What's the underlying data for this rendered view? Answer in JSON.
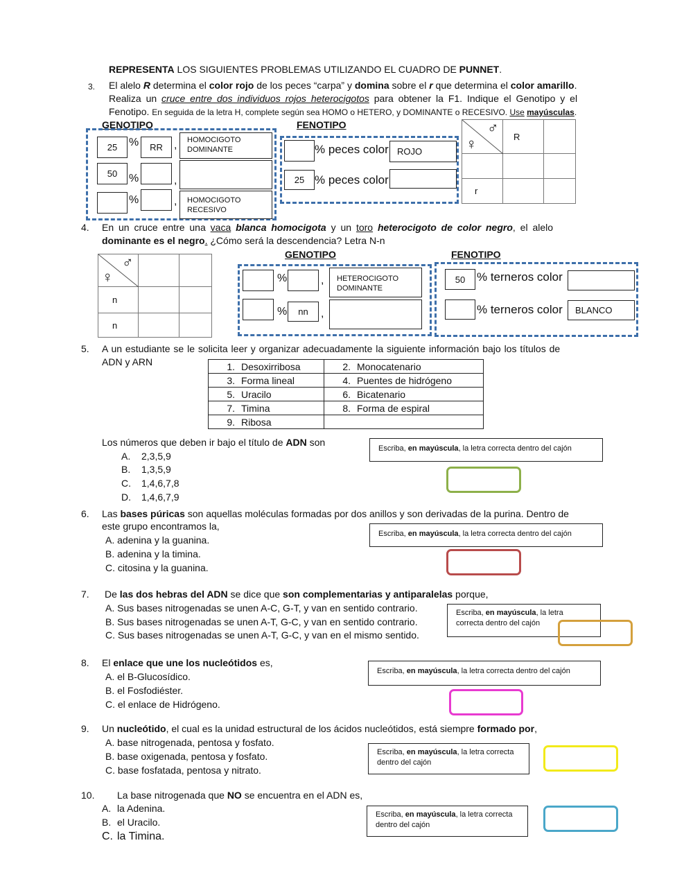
{
  "header": {
    "pre": "REPRESENTA",
    "mid": " LOS SIGUIENTES PROBLEMAS UTILIZANDO EL CUADRO DE ",
    "post": "PUNNET",
    "dot": "."
  },
  "q3": {
    "num": "3.",
    "l1": [
      "El alelo ",
      "R",
      " determina el ",
      "color rojo",
      " de los peces “carpa” y ",
      "domina",
      " sobre el ",
      "r",
      " que determina el ",
      "color amarillo",
      "."
    ],
    "l2": [
      "Realiza un ",
      "cruce entre dos individuos rojos heterocigotos",
      " para obtener la F1. Indique el Genotipo y el"
    ],
    "l3": [
      "Fenotipo. ",
      "En seguida de la letra H, complete según sea HOMO o  HETERO, y DOMINANTE o RECESIVO. ",
      "Use",
      " ",
      "mayúsculas",
      "."
    ],
    "genotipo": "GENOTIPO",
    "fenotipo": "FENOTIPO",
    "pct": "%",
    "comma": ",",
    "rows": [
      {
        "pct": "25",
        "gen": "RR",
        "type": "HOMOCIGOTO DOMINANTE"
      },
      {
        "pct": "50",
        "gen": "",
        "type": ""
      },
      {
        "pct": "",
        "gen": "",
        "type": "HOMOCIGOTO RECESIVO"
      }
    ],
    "fen": [
      {
        "pct": "",
        "label": "% peces color",
        "color": "ROJO"
      },
      {
        "pct": "25",
        "label": "% peces color",
        "color": ""
      }
    ],
    "punnett": {
      "male": "♂",
      "female": "♀",
      "top": [
        "R",
        ""
      ],
      "left": [
        "",
        "r"
      ]
    }
  },
  "q4": {
    "num": "4.",
    "l1": [
      "En un cruce entre una ",
      "vaca",
      " ",
      "blanca homocigota",
      " y un ",
      "toro",
      " ",
      "heterocigoto de color negro",
      ", el alelo"
    ],
    "l2": [
      "dominante es el negro",
      ".",
      " ¿Cómo será la descendencia? Letra N-n"
    ],
    "genotipo": "GENOTIPO",
    "fenotipo": "FENOTIPO",
    "punnett": {
      "male": "♂",
      "female": "♀",
      "top": [
        "",
        ""
      ],
      "left": [
        "n",
        "n"
      ]
    },
    "rows": [
      {
        "pct": "",
        "gen": "",
        "type": "HETEROCIGOTO DOMINANTE"
      },
      {
        "pct": "",
        "gen": "nn",
        "type": ""
      }
    ],
    "fen": [
      {
        "pct": "50",
        "label": "% terneros color",
        "color": ""
      },
      {
        "pct": "",
        "label": "% terneros color",
        "color": "BLANCO"
      }
    ]
  },
  "q5": {
    "num": "5.",
    "l1": "A un estudiante se le solicita leer y organizar adecuadamente la siguiente información bajo los títulos de",
    "l2": "ADN y ARN",
    "table": [
      [
        {
          "n": "1.",
          "t": "Desoxirribosa"
        },
        {
          "n": "2.",
          "t": "Monocatenario"
        }
      ],
      [
        {
          "n": "3.",
          "t": "Forma lineal"
        },
        {
          "n": "4.",
          "t": "Puentes de hidrógeno"
        }
      ],
      [
        {
          "n": "5.",
          "t": "Uracilo"
        },
        {
          "n": "6.",
          "t": "Bicatenario"
        }
      ],
      [
        {
          "n": "7.",
          "t": "Timina"
        },
        {
          "n": "8.",
          "t": "Forma de espiral"
        }
      ],
      [
        {
          "n": "9.",
          "t": "Ribosa"
        },
        {
          "n": "",
          "t": ""
        }
      ]
    ],
    "question": [
      "Los números que deben ir bajo el título de ",
      "ADN",
      " son"
    ],
    "options": [
      [
        "A.",
        "2,3,5,9"
      ],
      [
        "B.",
        "1,3,5,9"
      ],
      [
        "C.",
        "1,4,6,7,8"
      ],
      [
        "D.",
        "1,4,6,7,9"
      ]
    ]
  },
  "note": {
    "pre": "Escriba, ",
    "bold": "en mayúscula",
    "post": ", la letra correcta dentro del cajón",
    "post_a": ", la letra",
    "post_b": "correcta dentro del cajón",
    "post_c": ", la letra correcta",
    "post_d": "dentro del cajón"
  },
  "q6": {
    "num": "6.",
    "l1": [
      "Las ",
      "bases púricas",
      " son aquellas moléculas formadas por dos anillos y son derivadas de la purina. Dentro de"
    ],
    "l2": "este grupo encontramos la,",
    "options": [
      [
        "A.",
        "adenina y la guanina."
      ],
      [
        "B.",
        "adenina y la timina."
      ],
      [
        "C.",
        "citosina y la guanina."
      ]
    ]
  },
  "q7": {
    "num": "7.",
    "l1": [
      "De ",
      "las dos hebras del ADN",
      "  se dice que ",
      "son complementarias y antiparalelas",
      " porque,"
    ],
    "options": [
      [
        "A.",
        "Sus bases nitrogenadas se unen A-C, G-T, y van en sentido contrario."
      ],
      [
        "B.",
        "Sus bases nitrogenadas se unen A-T, G-C, y van en sentido contrario."
      ],
      [
        "C.",
        " Sus bases nitrogenadas se unen A-T, G-C, y van en el mismo sentido."
      ]
    ]
  },
  "q8": {
    "num": "8.",
    "l1": [
      "El ",
      "enlace que une los nucleótidos",
      " es,"
    ],
    "options": [
      [
        "A.",
        "el B-Glucosídico."
      ],
      [
        "B.",
        "el Fosfodiéster."
      ],
      [
        "C.",
        "el enlace de Hidrógeno."
      ]
    ]
  },
  "q9": {
    "num": "9.",
    "l1": [
      "Un ",
      "nucleótido",
      ", el cual es la unidad estructural de los ácidos nucleótidos, está siempre ",
      "formado por",
      ","
    ],
    "options": [
      [
        "A.",
        "base nitrogenada, pentosa y fosfato."
      ],
      [
        "B.",
        "base oxigenada, pentosa y fosfato."
      ],
      [
        "C.",
        "base fosfatada, pentosa y nitrato."
      ]
    ]
  },
  "q10": {
    "num": "10.",
    "l1": [
      "La base nitrogenada que ",
      "NO",
      " se encuentra en el ADN es,"
    ],
    "options": [
      [
        "A.",
        "la Adenina."
      ],
      [
        "B.",
        "el Uracilo."
      ],
      [
        "C.",
        "la Timina."
      ]
    ]
  },
  "colors": {
    "dash": "#3d6faa",
    "q5": "#8db04a",
    "q6": "#b84b4b",
    "q7": "#d4a03c",
    "q8": "#e83ad0",
    "q9": "#f2ea1a",
    "q10": "#4aa7c9"
  }
}
